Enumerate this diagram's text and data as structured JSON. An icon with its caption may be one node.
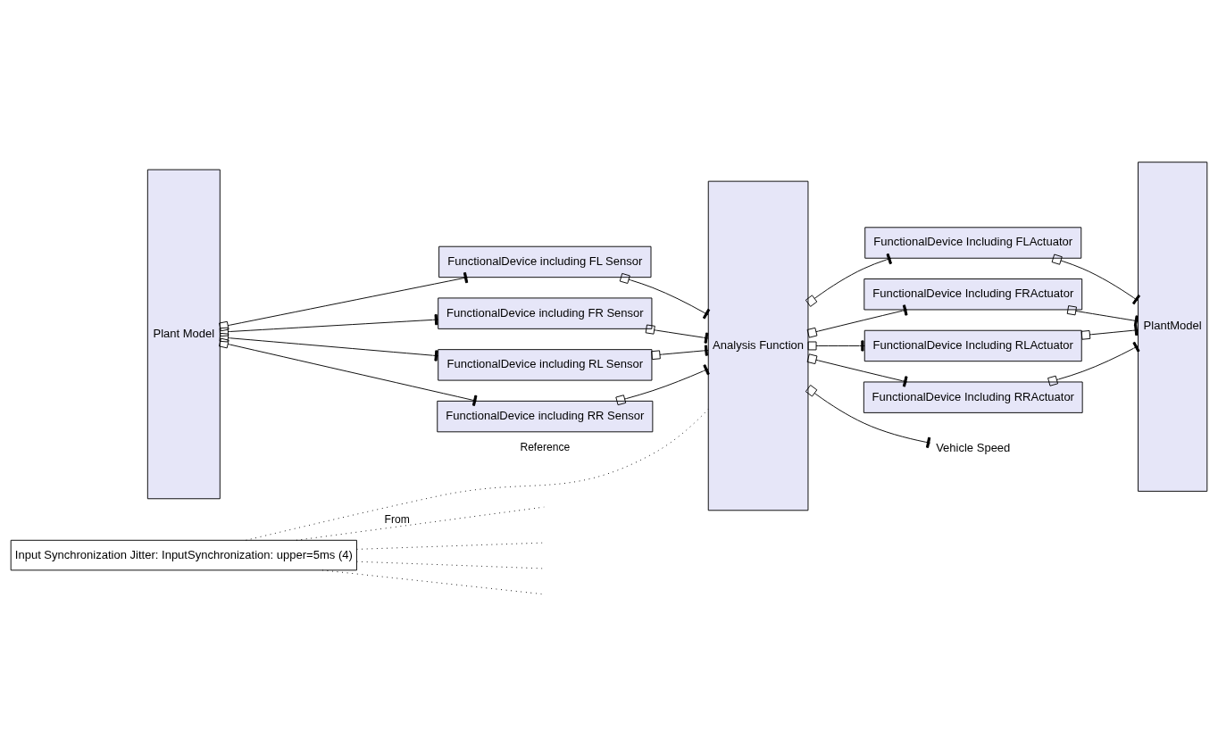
{
  "diagram": {
    "nodes": [
      {
        "text": [
          "Plant Model"
        ]
      },
      {
        "text": [
          "FunctionalDevice including FL Sensor"
        ]
      },
      {
        "text": [
          "FunctionalDevice including FR Sensor"
        ]
      },
      {
        "text": [
          "FunctionalDevice including RL Sensor"
        ]
      },
      {
        "text": [
          "FunctionalDevice including RR Sensor"
        ]
      },
      {
        "text": [
          "Analysis Function"
        ]
      },
      {
        "text": [
          "FunctionalDevice Including FLActuator"
        ]
      },
      {
        "text": [
          "FunctionalDevice Including FRActuator"
        ]
      },
      {
        "text": [
          "FunctionalDevice Including RLActuator"
        ]
      },
      {
        "text": [
          "FunctionalDevice Including RRActuator"
        ]
      },
      {
        "text": [
          "PlantModel"
        ]
      },
      {
        "text": [
          "Input Synchronization Jitter: InputSynchronization: upper=5ms (4)"
        ]
      },
      {
        "text": [
          "Vehicle Speed"
        ]
      }
    ],
    "edges": [
      {
        "from": 11,
        "to": null,
        "arrow": "none",
        "style": "dashed",
        "label": "From"
      },
      {
        "from": 11,
        "to": null,
        "arrow": "none",
        "style": "dashed"
      },
      {
        "from": 11,
        "to": null,
        "arrow": "none",
        "style": "dashed"
      },
      {
        "from": 11,
        "to": null,
        "arrow": "none",
        "style": "dashed"
      },
      {
        "from": 11,
        "to": 5,
        "arrow": "none",
        "style": "dashed",
        "label": "Reference"
      },
      {
        "from": 0,
        "to": 1,
        "arrow": "other"
      },
      {
        "from": 0,
        "to": 2,
        "arrow": "other"
      },
      {
        "from": 0,
        "to": 3,
        "arrow": "other"
      },
      {
        "from": 0,
        "to": 4,
        "arrow": "other"
      },
      {
        "from": 1,
        "to": 5,
        "arrow": "other"
      },
      {
        "from": 2,
        "to": 5,
        "arrow": "other"
      },
      {
        "from": 3,
        "to": 5,
        "arrow": "other"
      },
      {
        "from": 4,
        "to": 5,
        "arrow": "other"
      },
      {
        "from": 5,
        "to": 6,
        "arrow": "other"
      },
      {
        "from": 5,
        "to": 7,
        "arrow": "other"
      },
      {
        "from": 5,
        "to": 8,
        "arrow": "other"
      },
      {
        "from": 5,
        "to": 9,
        "arrow": "other"
      },
      {
        "from": 6,
        "to": 10,
        "arrow": "other"
      },
      {
        "from": 7,
        "to": 10,
        "arrow": "other"
      },
      {
        "from": 8,
        "to": 10,
        "arrow": "other"
      },
      {
        "from": 9,
        "to": 10,
        "arrow": "other"
      },
      {
        "from": 5,
        "to": 12,
        "arrow": "other"
      }
    ]
  }
}
